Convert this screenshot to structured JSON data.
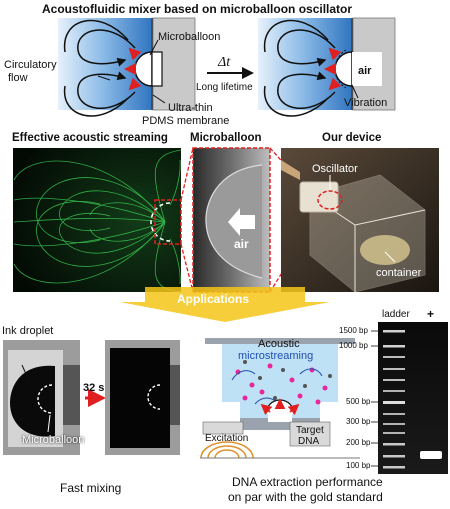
{
  "top": {
    "title": "Acoustofluidic mixer based on microballoon oscillator",
    "left_labels": {
      "microballoon": "Microballoon",
      "circulatory_flow_line1": "Circulatory",
      "circulatory_flow_line2": "flow",
      "membrane_line1": "Ultra-thin",
      "membrane_line2": "PDMS membrane"
    },
    "arrow": {
      "delta_t": "Δt",
      "caption": "Long lifetime"
    },
    "right_labels": {
      "air": "air",
      "vibration": "Vibration"
    }
  },
  "middle": {
    "streaming_title": "Effective acoustic streaming",
    "microballoon_title": "Microballoon",
    "device_title": "Our device",
    "air": "air",
    "oscillator": "Oscillator",
    "container": "container"
  },
  "applications": {
    "label": "Applications",
    "mixing": {
      "ink_droplet": "Ink droplet",
      "time": "32 s",
      "microballoon": "Microballoon",
      "caption": "Fast mixing"
    },
    "dna": {
      "acoustic": "Acoustic",
      "microstreaming": "microstreaming",
      "excitation": "Excitation",
      "target_line1": "Target",
      "target_line2": "DNA",
      "caption_line1": "DNA extraction performance",
      "caption_line2": "on par with the gold standard"
    },
    "gel": {
      "ladder": "ladder",
      "plus": "+",
      "markers": [
        "1500 bp",
        "1000 bp",
        "500 bp",
        "300 bp",
        "200 bp",
        "100 bp"
      ]
    }
  },
  "colors": {
    "water_blue": "#4a8fd0",
    "arrow_red": "#e02020",
    "dashed_red": "#e02020",
    "banner_yellow": "#f5c518",
    "banner_text": "#ffffff",
    "streak_green": "#3fdc5a"
  }
}
